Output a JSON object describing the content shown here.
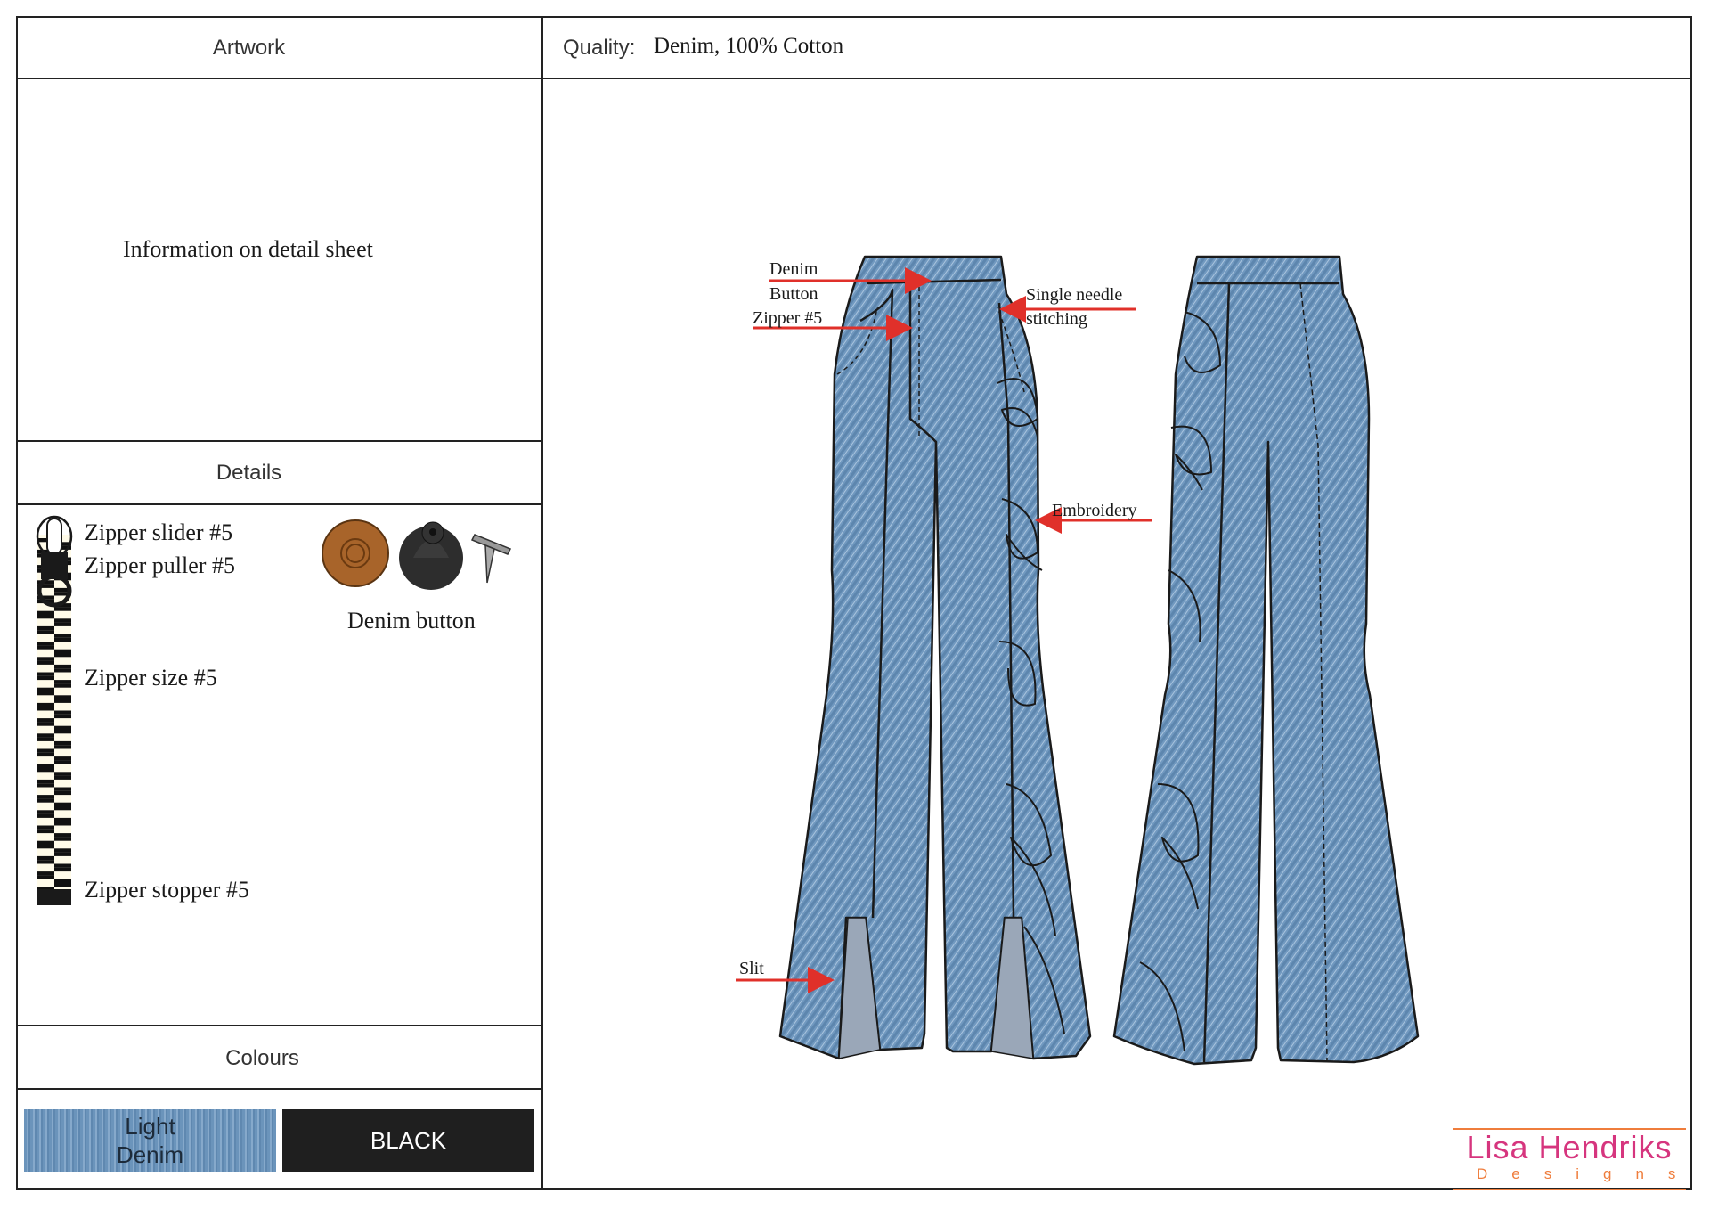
{
  "header": {
    "artwork_label": "Artwork",
    "quality_label": "Quality:",
    "quality_value": "Denim, 100% Cotton"
  },
  "artwork": {
    "text": "Information on detail sheet"
  },
  "details": {
    "title": "Details",
    "zipper_slider": "Zipper slider #5",
    "zipper_puller": "Zipper puller #5",
    "zipper_size": "Zipper size #5",
    "zipper_stopper": "Zipper stopper #5",
    "button_label": "Denim button"
  },
  "colours": {
    "title": "Colours",
    "swatches": [
      {
        "label": "Light Denim",
        "color": "#6f98bf"
      },
      {
        "label": "BLACK",
        "color": "#1f1f1f"
      }
    ]
  },
  "annotations": {
    "denim": "Denim",
    "button": "Button",
    "zipper": "Zipper #5",
    "single_needle": "Single needle",
    "stitching": "stitching",
    "embroidery": "Embroidery",
    "slit": "Slit"
  },
  "colors": {
    "arrow": "#e0302a",
    "denim": "#6f98bf",
    "outline": "#1a1a1a"
  },
  "logo": {
    "line1": "Lisa Hendriks",
    "line2": "Designs",
    "pink": "#d6357e",
    "orange": "#ef7d3c"
  }
}
